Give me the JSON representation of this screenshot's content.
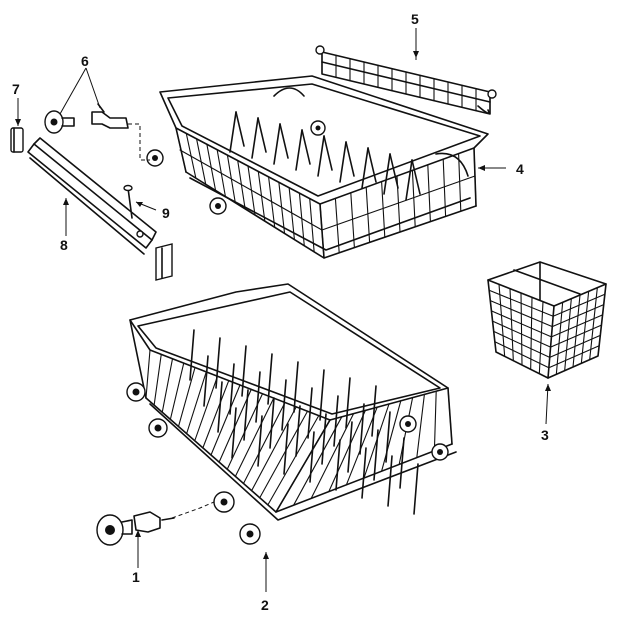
{
  "callouts": [
    {
      "id": "1",
      "label": "1"
    },
    {
      "id": "2",
      "label": "2"
    },
    {
      "id": "3",
      "label": "3"
    },
    {
      "id": "4",
      "label": "4"
    },
    {
      "id": "5",
      "label": "5"
    },
    {
      "id": "6",
      "label": "6"
    },
    {
      "id": "7",
      "label": "7"
    },
    {
      "id": "8",
      "label": "8"
    },
    {
      "id": "9",
      "label": "9"
    }
  ],
  "parts": [
    {
      "callout": "1",
      "part": "lower-rack-roller-assembly"
    },
    {
      "callout": "2",
      "part": "lower-dish-rack"
    },
    {
      "callout": "3",
      "part": "silverware-basket"
    },
    {
      "callout": "4",
      "part": "upper-dish-rack"
    },
    {
      "callout": "5",
      "part": "cup-shelf"
    },
    {
      "callout": "6",
      "part": "upper-rack-roller-assembly"
    },
    {
      "callout": "7",
      "part": "track-stop"
    },
    {
      "callout": "8",
      "part": "rack-track"
    },
    {
      "callout": "9",
      "part": "track-pin"
    }
  ],
  "style": {
    "ink": "#111111",
    "background": "#ffffff"
  }
}
